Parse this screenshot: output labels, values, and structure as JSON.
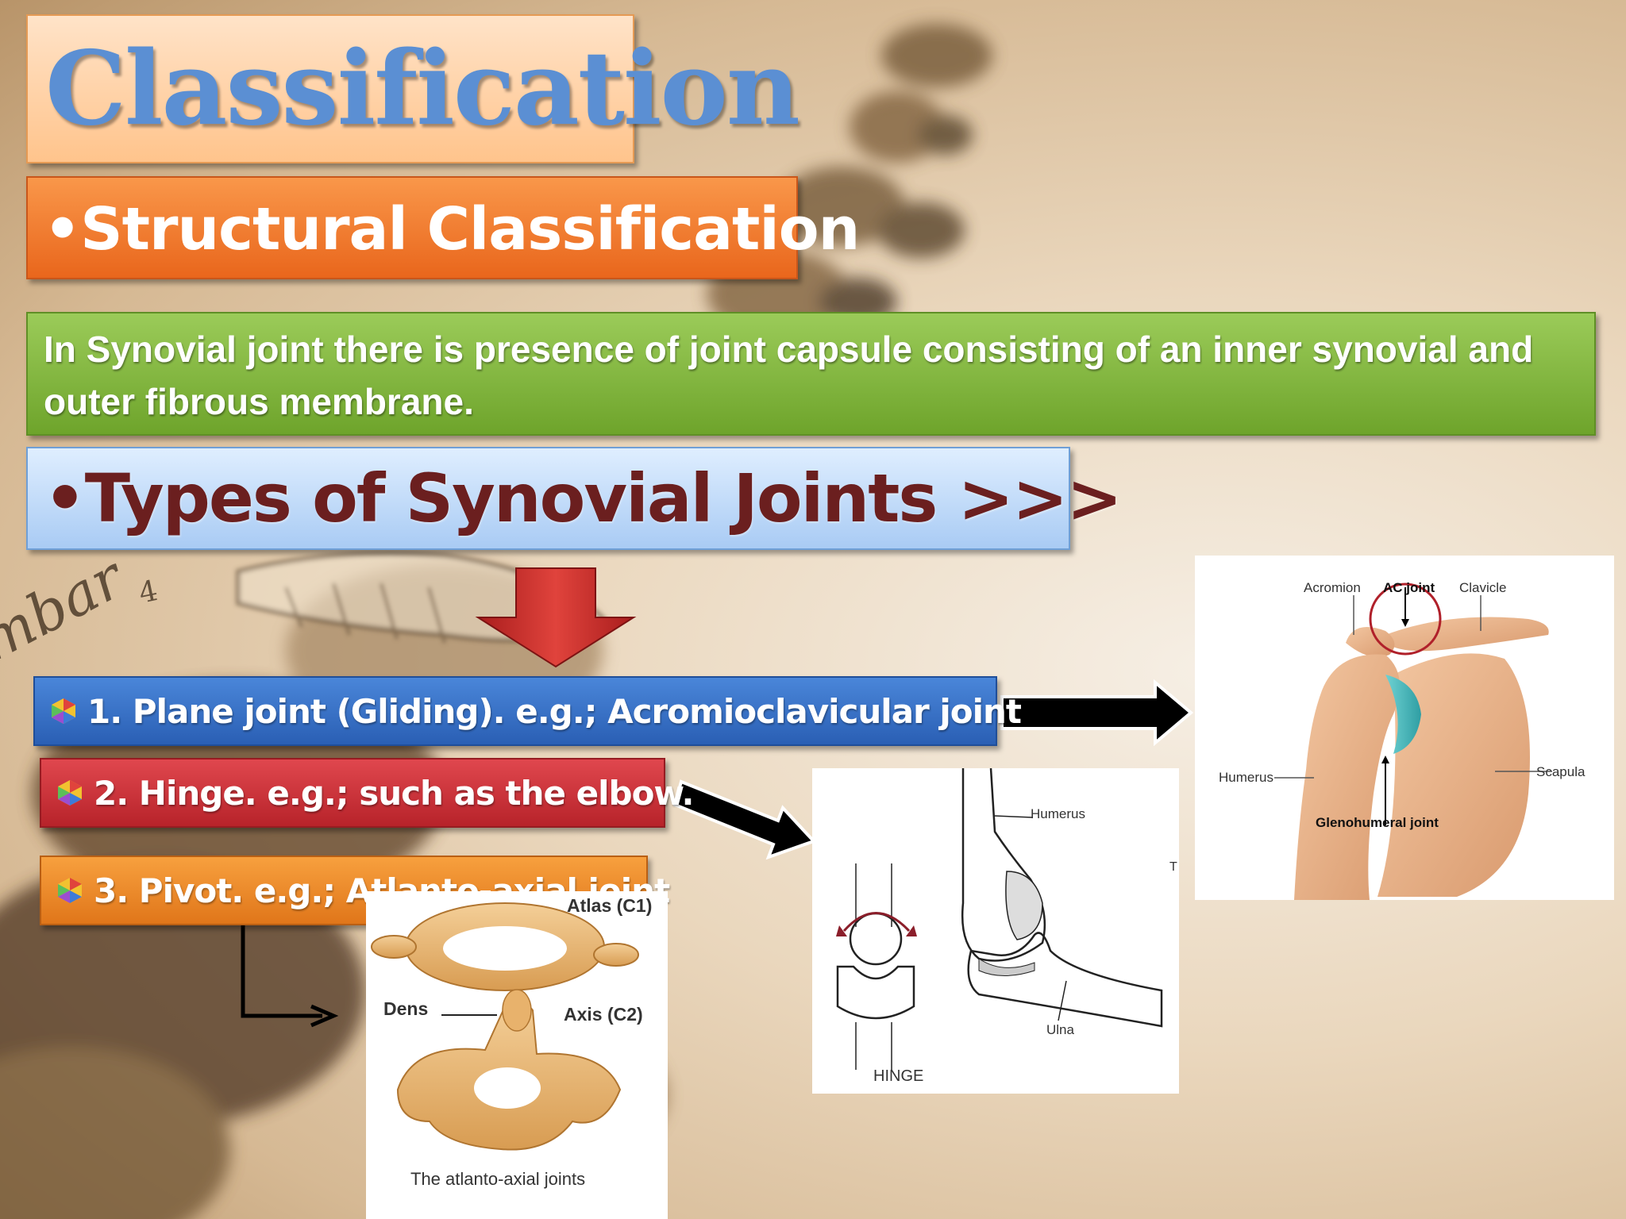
{
  "slide": {
    "title": "Classification",
    "structural_heading": "•Structural Classification",
    "description": "In Synovial joint there is presence of joint capsule consisting of  an inner synovial and outer fibrous membrane.",
    "types_heading": "•Types of Synovial Joints >>>",
    "items": [
      {
        "label": "1. Plane  joint (Gliding). e.g.; Acromioclavicular joint",
        "color": "#2a5fb4"
      },
      {
        "label": "2. Hinge. e.g.; such as the elbow.",
        "color": "#b7232a"
      },
      {
        "label": "3. Pivot. e.g.; Atlanto-axial joint",
        "color": "#e0761a"
      }
    ]
  },
  "background": {
    "text": "mbar",
    "number": "4"
  },
  "shoulder_figure": {
    "acromion": "Acromion",
    "ac_joint": "AC joint",
    "clavicle": "Clavicle",
    "humerus": "Humerus",
    "scapula": "Scapula",
    "glenohumeral": "Glenohumeral joint"
  },
  "hinge_figure": {
    "humerus": "Humerus",
    "ulna": "Ulna",
    "hinge": "HINGE",
    "edge_mark": "T"
  },
  "atlas_figure": {
    "atlas": "Atlas (C1)",
    "dens": "Dens",
    "axis": "Axis (C2)",
    "caption": "The atlanto-axial joints"
  },
  "colors": {
    "title": "#5b8fd3",
    "types_text": "#6b1f1f",
    "green_box": "#6ea42b",
    "orange_box": "#e9661c"
  }
}
